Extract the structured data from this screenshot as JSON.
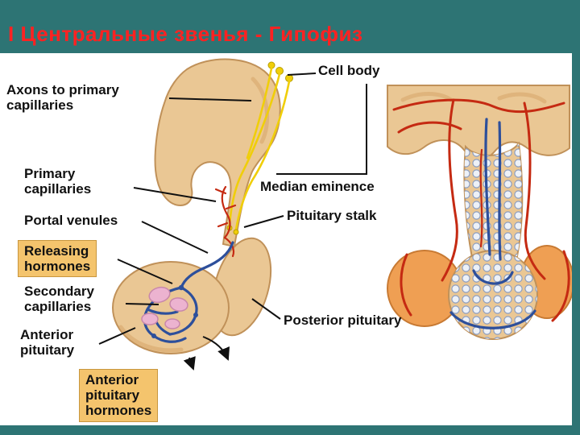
{
  "slide": {
    "title": "I Центральные звенья - Гипофиз"
  },
  "labels": {
    "cell_body": "Cell body",
    "axons_to_primary_capillaries": "Axons to primary\ncapillaries",
    "primary_capillaries": "Primary\ncapillaries",
    "portal_venules": "Portal venules",
    "releasing_hormones": "Releasing\nhormones",
    "secondary_capillaries": "Secondary\ncapillaries",
    "anterior_pituitary": "Anterior\npituitary",
    "anterior_pituitary_hormones": "Anterior\npituitary\nhormones",
    "median_eminence": "Median eminence",
    "pituitary_stalk": "Pituitary stalk",
    "posterior_pituitary": "Posterior pituitary"
  },
  "colors": {
    "slide_bg": "#2d7474",
    "title_red": "#ff2222",
    "canvas_white": "#ffffff",
    "tissue": "#eac794",
    "tissue_dark": "#c09159",
    "tissue_shade": "#d8ab6e",
    "neuron_yellow": "#f0ce0a",
    "artery_red": "#c52a12",
    "vein_blue": "#2d4f9b",
    "capillary_pink": "#ecb3d0",
    "orange_lobe": "#ef9f53",
    "highlight_box": "#f4c46d",
    "label_black": "#111111",
    "mesh_stroke": "#8a9cc0",
    "mesh_fill": "#edf1f7"
  }
}
